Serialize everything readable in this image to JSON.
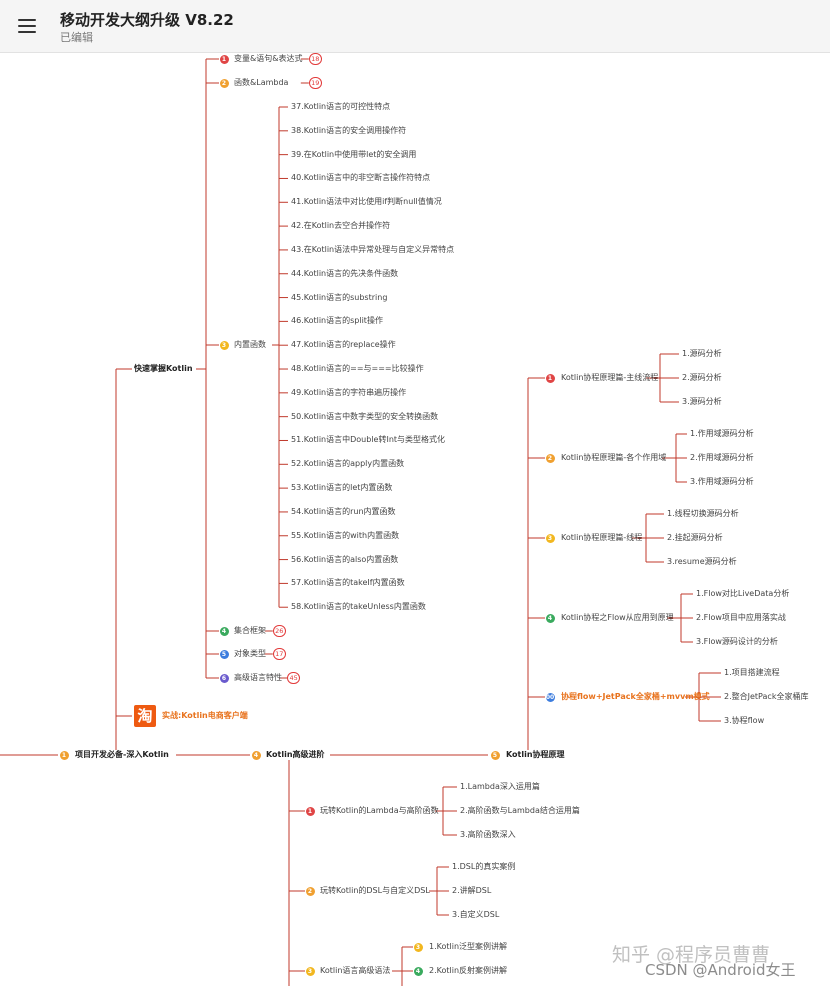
{
  "header": {
    "title": "移动开发大纲升级 V8.22",
    "subtitle": "已编辑"
  },
  "colors": {
    "line": "#c0392b",
    "red": "#e04545",
    "orange": "#f0a030",
    "yellow": "#f2b71f",
    "green": "#3aaa5e",
    "blue": "#3d7dde",
    "purple": "#6a5acd",
    "accent": "#e8731e"
  },
  "icons": {
    "menu": "hamburger-menu-icon",
    "shop": "taobao-shop-icon"
  },
  "roots": {
    "project": {
      "label": "项目开发必备-深入Kotlin",
      "num": "1"
    },
    "advanced": {
      "label": "Kotlin高级进阶",
      "num": "4"
    },
    "coroutine": {
      "label": "Kotlin协程原理",
      "num": "5"
    }
  },
  "quick": {
    "label": "快速掌握Kotlin",
    "items": [
      {
        "num": "1",
        "label": "变量&语句&表达式",
        "count": "18"
      },
      {
        "num": "2",
        "label": "函数&Lambda",
        "count": "19"
      },
      {
        "num": "3",
        "label": "内置函数"
      },
      {
        "num": "4",
        "label": "集合框架",
        "count": "26"
      },
      {
        "num": "5",
        "label": "对象类型",
        "count": "17"
      },
      {
        "num": "6",
        "label": "高级语言特性",
        "count": "45"
      }
    ],
    "builtins": [
      "37.Kotlin语言的可控性特点",
      "38.Kotlin语言的安全调用操作符",
      "39.在Kotlin中使用带let的安全调用",
      "40.Kotlin语言中的非空断言操作符特点",
      "41.Kotlin语法中对比使用if判断null值情况",
      "42.在Kotlin去空合并操作符",
      "43.在Kotlin语法中异常处理与自定义异常特点",
      "44.Kotlin语言的先决条件函数",
      "45.Kotlin语言的substring",
      "46.Kotlin语言的split操作",
      "47.Kotlin语言的replace操作",
      "48.Kotlin语言的==与===比较操作",
      "49.Kotlin语言的字符串遍历操作",
      "50.Kotlin语言中数字类型的安全转换函数",
      "51.Kotlin语言中Double转Int与类型格式化",
      "52.Kotlin语言的apply内置函数",
      "53.Kotlin语言的let内置函数",
      "54.Kotlin语言的run内置函数",
      "55.Kotlin语言的with内置函数",
      "56.Kotlin语言的also内置函数",
      "57.Kotlin语言的takeIf内置函数",
      "58.Kotlin语言的takeUnless内置函数"
    ],
    "practice": "实战:Kotlin电商客户端"
  },
  "coroutine": {
    "branches": [
      {
        "num": "1",
        "label": "Kotlin协程原理篇-主线流程",
        "children": [
          "1.源码分析",
          "2.源码分析",
          "3.源码分析"
        ]
      },
      {
        "num": "2",
        "label": "Kotlin协程原理篇-各个作用域",
        "children": [
          "1.作用域源码分析",
          "2.作用域源码分析",
          "3.作用域源码分析"
        ]
      },
      {
        "num": "3",
        "label": "Kotlin协程原理篇-线程",
        "children": [
          "1.线程切换源码分析",
          "2.挂起源码分析",
          "3.resume源码分析"
        ]
      },
      {
        "num": "4",
        "label": "Kotlin协程之Flow从应用到原理",
        "children": [
          "1.Flow对比LiveData分析",
          "2.Flow项目中应用落实战",
          "3.Flow源码设计的分析"
        ]
      },
      {
        "num": "00",
        "label": "协程flow+JetPack全家桶+mvvm模式",
        "children": [
          "1.项目搭建流程",
          "2.整合JetPack全家桶库",
          "3.协程flow"
        ]
      }
    ]
  },
  "advanced": {
    "branches": [
      {
        "num": "1",
        "label": "玩转Kotlin的Lambda与高阶函数",
        "children": [
          "1.Lambda深入运用篇",
          "2.高阶函数与Lambda结合运用篇",
          "3.高阶函数深入"
        ]
      },
      {
        "num": "2",
        "label": "玩转Kotlin的DSL与自定义DSL",
        "children": [
          "1.DSL的真实案例",
          "2.讲解DSL",
          "3.自定义DSL"
        ]
      },
      {
        "num": "3",
        "label": "Kotlin语言高级语法",
        "children": [
          {
            "num": "3",
            "label": "1.Kotlin泛型案例讲解"
          },
          {
            "num": "4",
            "label": "2.Kotlin反射案例讲解"
          }
        ]
      }
    ]
  },
  "watermark": {
    "line1": "知乎 @程序员曹曹",
    "line2": "CSDN @Android女王"
  }
}
